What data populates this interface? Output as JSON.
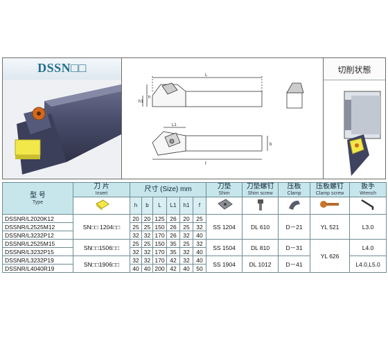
{
  "header": {
    "series_title": "DSSN□□",
    "cutting_state_title": "切削状態"
  },
  "drawing_labels": {
    "L": "L",
    "L1": "L1",
    "f": "f",
    "b": "b",
    "h": "h",
    "h1": "h1"
  },
  "table": {
    "headers": {
      "type_cn": "型 号",
      "type_en": "Type",
      "insert_cn": "刀 片",
      "insert_en": "Insert",
      "size": "尺寸 (Size) mm",
      "shim_cn": "刀垫",
      "shim_en": "Shim",
      "shim_screw_cn": "刀垫螺钉",
      "shim_screw_en": "Shim screw",
      "clamp_cn": "压板",
      "clamp_en": "Clamp",
      "clamp_screw_cn": "压板螺钉",
      "clamp_screw_en": "Clamp screw",
      "wrench_cn": "扳手",
      "wrench_en": "Wrench"
    },
    "dim_labels": [
      "h",
      "b",
      "L",
      "L1",
      "h1",
      "f"
    ],
    "rows": [
      {
        "type": "DSSNR/L2020K12",
        "dims": [
          "20",
          "20",
          "125",
          "26",
          "20",
          "25"
        ]
      },
      {
        "type": "DSSNR/L2525M12",
        "dims": [
          "25",
          "25",
          "150",
          "26",
          "25",
          "32"
        ]
      },
      {
        "type": "DSSNR/L3232P12",
        "dims": [
          "32",
          "32",
          "170",
          "26",
          "32",
          "40"
        ]
      },
      {
        "type": "DSSNR/L2525M15",
        "dims": [
          "25",
          "25",
          "150",
          "35",
          "25",
          "32"
        ]
      },
      {
        "type": "DSSNR/L3232P15",
        "dims": [
          "32",
          "32",
          "170",
          "35",
          "32",
          "40"
        ]
      },
      {
        "type": "DSSNR/L3232P19",
        "dims": [
          "32",
          "32",
          "170",
          "42",
          "32",
          "40"
        ]
      },
      {
        "type": "DSSNR/L4040R19",
        "dims": [
          "40",
          "40",
          "200",
          "42",
          "40",
          "50"
        ]
      }
    ],
    "groups": {
      "insert": [
        "SN□□ 1204□□",
        "SN□□1506□□",
        "SN□□1906□□"
      ],
      "shim": [
        "SS 1204",
        "SS 1504",
        "SS 1904"
      ],
      "shim_screw": [
        "DL 610",
        "DL 810",
        "DL 1012"
      ],
      "clamp": [
        "D－21",
        "D－31",
        "D－41"
      ],
      "clamp_screw": [
        "YL 521",
        "YL 626"
      ],
      "wrench": [
        "L3.0",
        "L4.0",
        "L4.0,L5.0"
      ]
    }
  },
  "colors": {
    "header_fill": "#c6e6ec",
    "title": "#1f6f8c",
    "holder": "#4a4e6e",
    "insert": "#f2e84a"
  }
}
